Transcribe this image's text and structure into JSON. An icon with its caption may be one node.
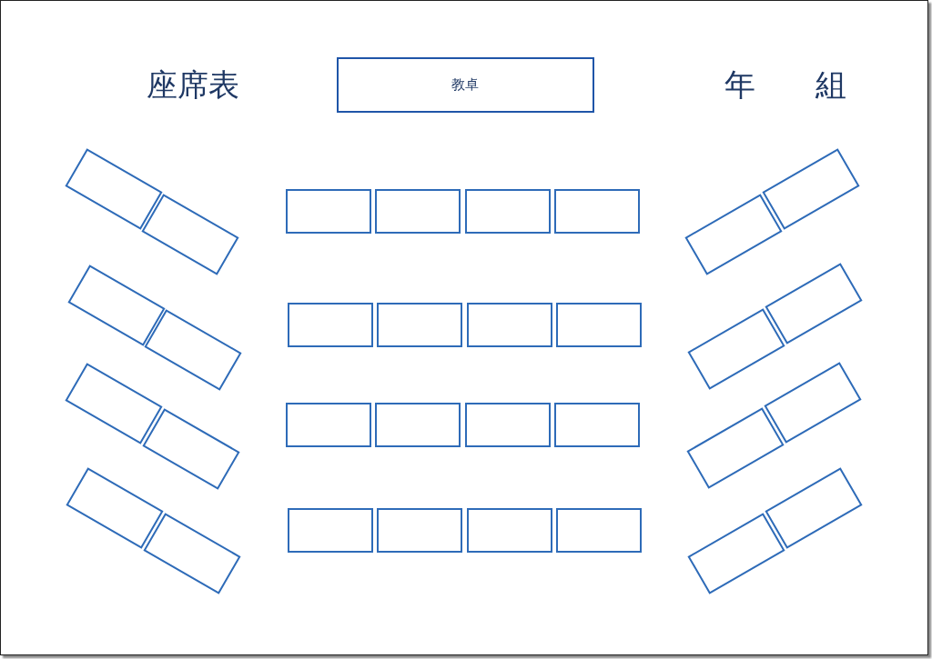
{
  "diagram": {
    "title": "座席表",
    "nodes": [
      {
        "text": [
          "教卓"
        ]
      },
      {
        "text": [],
        "shape": "box"
      },
      {
        "text": [],
        "shape": "box"
      },
      {
        "text": [],
        "shape": "box"
      },
      {
        "text": [],
        "shape": "box"
      },
      {
        "text": [],
        "shape": "box"
      },
      {
        "text": [],
        "shape": "box"
      },
      {
        "text": [],
        "shape": "box"
      },
      {
        "text": [],
        "shape": "box"
      },
      {
        "text": [],
        "shape": "box"
      },
      {
        "text": [],
        "shape": "box"
      },
      {
        "text": [],
        "shape": "box"
      },
      {
        "text": [],
        "shape": "box"
      },
      {
        "text": [],
        "shape": "box"
      },
      {
        "text": [],
        "shape": "box"
      },
      {
        "text": [],
        "shape": "box"
      },
      {
        "text": [],
        "shape": "box"
      },
      {
        "text": [],
        "shape": "box"
      },
      {
        "text": [],
        "shape": "box"
      },
      {
        "text": [],
        "shape": "box"
      },
      {
        "text": [],
        "shape": "box"
      },
      {
        "text": [],
        "shape": "box"
      },
      {
        "text": [],
        "shape": "box"
      },
      {
        "text": [],
        "shape": "box"
      },
      {
        "text": [],
        "shape": "box"
      },
      {
        "text": [],
        "shape": "box"
      },
      {
        "text": [],
        "shape": "box"
      },
      {
        "text": [],
        "shape": "box"
      },
      {
        "text": [],
        "shape": "box"
      },
      {
        "text": [],
        "shape": "box"
      },
      {
        "text": [],
        "shape": "box"
      },
      {
        "text": [],
        "shape": "box"
      },
      {
        "text": [],
        "shape": "box"
      }
    ],
    "labels": [
      "年",
      "組"
    ]
  }
}
